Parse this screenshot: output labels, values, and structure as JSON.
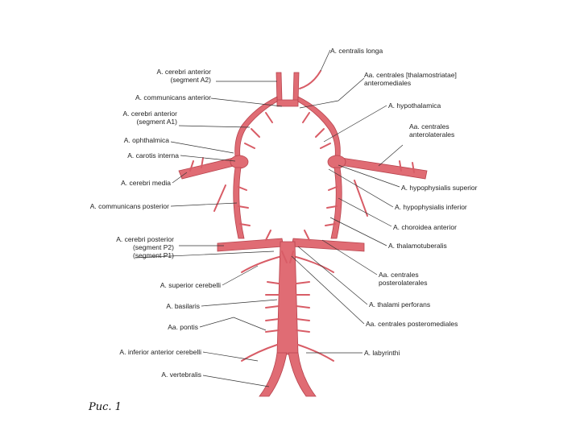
{
  "figure": {
    "caption": "Рис. 1",
    "labels_left": [
      {
        "id": "cerebri-anterior-a2",
        "lines": [
          "A. cerebri anterior",
          "(segment A2)"
        ]
      },
      {
        "id": "communicans-anterior",
        "lines": [
          "A. communicans anterior"
        ]
      },
      {
        "id": "cerebri-anterior-a1",
        "lines": [
          "A. cerebri anterior",
          "(segment A1)"
        ]
      },
      {
        "id": "ophthalmica",
        "lines": [
          "A. ophthalmica"
        ]
      },
      {
        "id": "carotis-interna",
        "lines": [
          "A. carotis interna"
        ]
      },
      {
        "id": "cerebri-media",
        "lines": [
          "A. cerebri media"
        ]
      },
      {
        "id": "communicans-posterior",
        "lines": [
          "A. communicans posterior"
        ]
      },
      {
        "id": "cerebri-posterior",
        "lines": [
          "A. cerebri posterior",
          "(segment P2)",
          "(segment P1)"
        ]
      },
      {
        "id": "superior-cerebelli",
        "lines": [
          "A. superior cerebelli"
        ]
      },
      {
        "id": "basilaris",
        "lines": [
          "A. basilaris"
        ]
      },
      {
        "id": "pontis",
        "lines": [
          "Aa. pontis"
        ]
      },
      {
        "id": "inferior-anterior-cerebelli",
        "lines": [
          "A. inferior anterior cerebelli"
        ]
      },
      {
        "id": "vertebralis",
        "lines": [
          "A. vertebralis"
        ]
      }
    ],
    "labels_right": [
      {
        "id": "centralis-longa",
        "lines": [
          "A. centralis longa"
        ]
      },
      {
        "id": "centrales-anteromediales",
        "lines": [
          "Aa. centrales [thalamostriatae]",
          "anteromediales"
        ]
      },
      {
        "id": "hypothalamica",
        "lines": [
          "A. hypothalamica"
        ]
      },
      {
        "id": "centrales-anterolaterales",
        "lines": [
          "Aa. centrales",
          "anterolaterales"
        ]
      },
      {
        "id": "hypophysialis-superior",
        "lines": [
          "A. hypophysialis superior"
        ]
      },
      {
        "id": "hypophysialis-inferior",
        "lines": [
          "A. hypophysialis inferior"
        ]
      },
      {
        "id": "choroidea-anterior",
        "lines": [
          "A. choroidea anterior"
        ]
      },
      {
        "id": "thalamotuberalis",
        "lines": [
          "A. thalamotuberalis"
        ]
      },
      {
        "id": "centrales-posterolaterales",
        "lines": [
          "Aa. centrales",
          "posterolaterales"
        ]
      },
      {
        "id": "thalami-perforans",
        "lines": [
          "A. thalami perforans"
        ]
      },
      {
        "id": "centrales-posteromediales",
        "lines": [
          "Aa. centrales posteromediales"
        ]
      },
      {
        "id": "labyrinthi",
        "lines": [
          "A. labyrinthi"
        ]
      }
    ]
  }
}
